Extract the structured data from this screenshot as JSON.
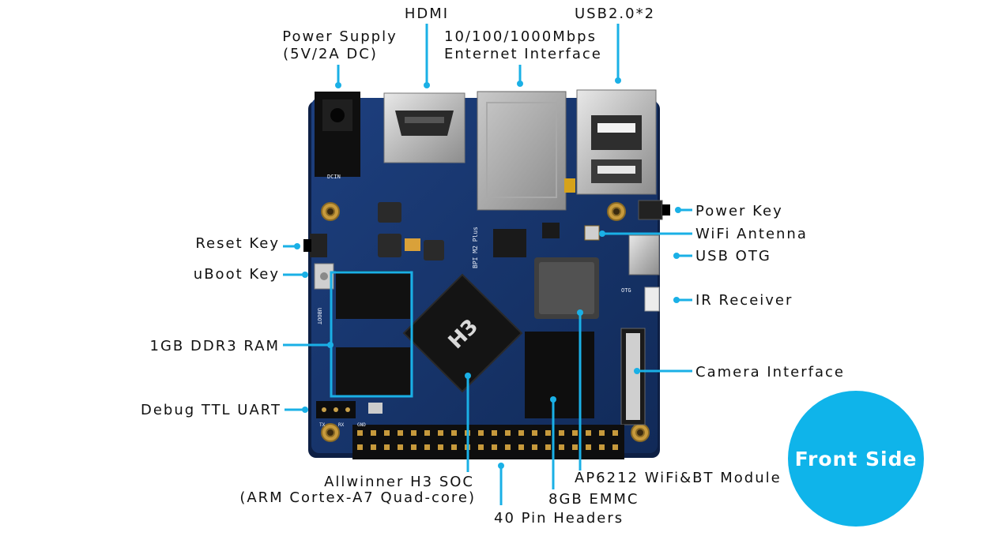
{
  "colors": {
    "callout": "#1ab0e6",
    "badge": "#0fb4ea",
    "pcb": "#15336b",
    "gold": "#c79a3c"
  },
  "board_silkscreen": {
    "soc_mark": "H3",
    "power_in": "DCIN",
    "board_name": "BPI M2 Plus",
    "otg": "OTG",
    "uboot": "UBOOT",
    "gnd": "GND",
    "rx": "RX",
    "tx": "TX"
  },
  "labels": {
    "hdmi": "HDMI",
    "usb": "USB2.0*2",
    "power_supply_1": "Power Supply",
    "power_supply_2": "(5V/2A DC)",
    "ethernet_1": "10/100/1000Mbps",
    "ethernet_2": "Enternet Interface",
    "power_key": "Power Key",
    "wifi_antenna": "WiFi Antenna",
    "usb_otg": "USB OTG",
    "ir_receiver": "IR Receiver",
    "camera": "Camera Interface",
    "reset_key": "Reset Key",
    "uboot_key": "uBoot Key",
    "ram": "1GB DDR3 RAM",
    "uart": "Debug TTL UART",
    "soc_1": "Allwinner H3 SOC",
    "soc_2": "(ARM Cortex-A7 Quad-core)",
    "pin_headers": "40 Pin Headers",
    "emmc": "8GB EMMC",
    "wifi_module": "AP6212 WiFi&BT Module"
  },
  "badge": {
    "text": "Front Side"
  }
}
